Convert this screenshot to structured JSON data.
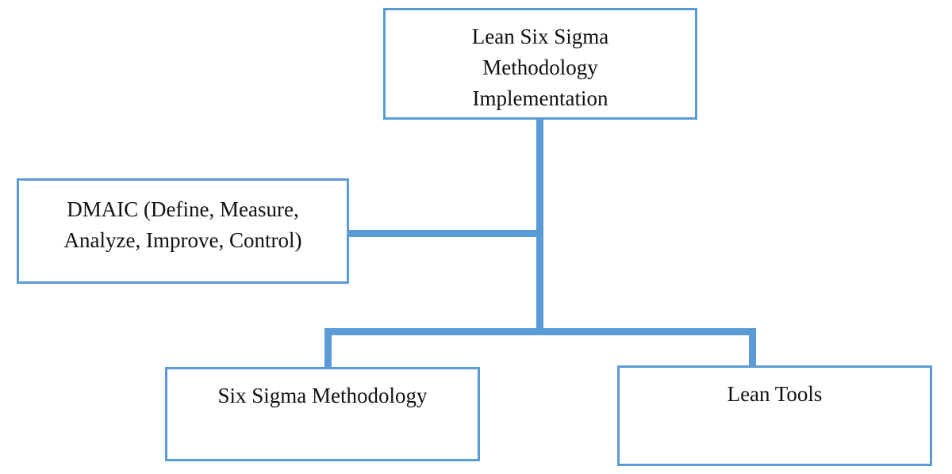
{
  "nodes": {
    "root": {
      "lines": [
        "Lean Six Sigma",
        "Methodology",
        "Implementation"
      ]
    },
    "dmaic": {
      "lines": [
        "DMAIC (Define, Measure,",
        "Analyze, Improve, Control)"
      ]
    },
    "six_sigma": {
      "lines": [
        "Six Sigma Methodology"
      ]
    },
    "lean_tools": {
      "lines": [
        "Lean Tools"
      ]
    }
  },
  "colors": {
    "connector": "#5b9bd5",
    "box_border": "#5b9bd5",
    "text": "#111111",
    "background": "#ffffff"
  }
}
